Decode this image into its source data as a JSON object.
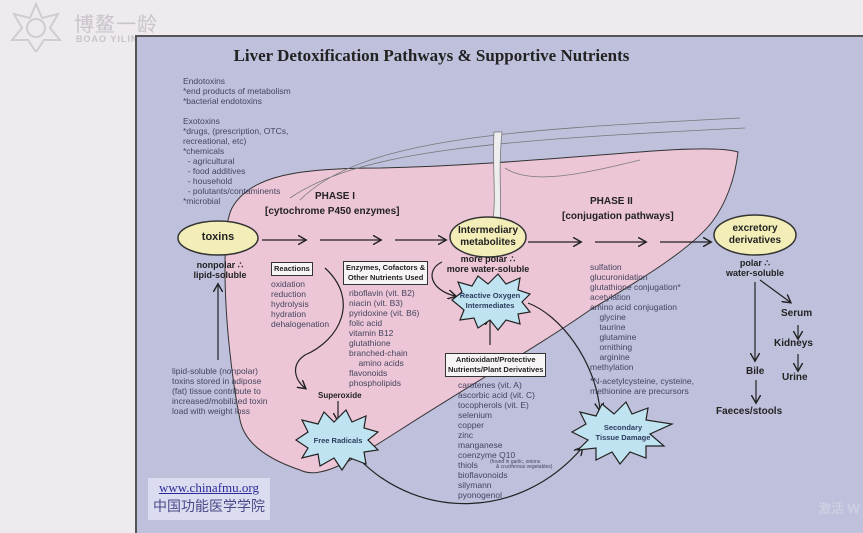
{
  "watermark": {
    "chinese": "博鳌一龄",
    "english": "BOAO YILING",
    "corner": "激活 W"
  },
  "title": "Liver Detoxification Pathways & Supportive Nutrients",
  "toxin_sources": [
    "Endotoxins",
    "*end products of metabolism",
    "*bacterial endotoxins",
    "",
    "Exotoxins",
    "*drugs, (prescription, OTCs,",
    "recreational, etc)",
    "*chemicals",
    "  - agricultural",
    "  - food additives",
    "  - household",
    "  - polutants/contaminents",
    "*microbial"
  ],
  "phase1": {
    "title": "PHASE I",
    "subtitle": "[cytochrome P450 enzymes]"
  },
  "phase2": {
    "title": "PHASE II",
    "subtitle": "[conjugation pathways]"
  },
  "toxins": {
    "label": "toxins",
    "prop1": "nonpolar ∴",
    "prop2": "lipid-soluble"
  },
  "intermediary": {
    "label1": "Intermediary",
    "label2": "metabolites",
    "prop1": "more polar ∴",
    "prop2": "more water-soluble"
  },
  "excretory": {
    "label1": "excretory",
    "label2": "derivatives",
    "prop1": "polar ∴",
    "prop2": "water-soluble"
  },
  "reactions": {
    "header": "Reactions",
    "items": [
      "oxidation",
      "reduction",
      "hydrolysis",
      "hydration",
      "dehalogenation"
    ]
  },
  "enzymes": {
    "header1": "Enzymes, Cofactors &",
    "header2": "Other Nutrients Used",
    "items": [
      "riboflavin (vit. B2)",
      "niacin (vit. B3)",
      "pyridoxine (vit. B6)",
      "folic acid",
      "vitamin B12",
      "glutathione",
      "branched-chain",
      "    amino acids",
      "flavonoids",
      "phospholipids"
    ]
  },
  "roi": {
    "line1": "Reactive Oxygen",
    "line2": "Intermediates"
  },
  "antioxidants": {
    "header1": "Antioxidant/Protective",
    "header2": "Nutrients/Plant Derivatives",
    "items": [
      "carotenes (vit. A)",
      "ascorbic acid (vit. C)",
      "tocopherols (vit. E)",
      "selenium",
      "copper",
      "zinc",
      "manganese",
      "coenzyme Q10",
      "thiols",
      "bioflavonoids",
      "silymann",
      "pyonogenol"
    ],
    "thiols_note1": "(found in garlic, onions",
    "thiols_note2": "& cruciferous vegetables)"
  },
  "conjugation": {
    "items": [
      "sulfation",
      "glucuronidation",
      "glutathione conjugation*",
      "acetylation",
      "amino acid conjugation",
      "    glycine",
      "    taurine",
      "    glutamine",
      "    ornithing",
      "    arginine",
      "methylation"
    ],
    "note1": "*N-acetylcysteine, cysteine,",
    "note2": "methionine are precursors"
  },
  "lipid_note": [
    "lipid-soluble (nonpolar)",
    "toxins stored in adipose",
    "(fat) tissue contribute to",
    "increased/mobilized toxin",
    "load with weight loss"
  ],
  "superoxide": "Superoxide",
  "free_radicals": "Free Radicals",
  "secondary": {
    "line1": "Secondary",
    "line2": "Tissue Damage"
  },
  "excretion": {
    "serum": "Serum",
    "kidneys": "Kidneys",
    "urine": "Urine",
    "bile": "Bile",
    "faeces": "Faeces/stools"
  },
  "logo": {
    "url": "www.chinafmu.org",
    "name": "中国功能医学学院"
  },
  "colors": {
    "slide": "#bfc0dc",
    "liver": "#ecc6d6",
    "ellipse": "#f3eeb8",
    "burst": "#bfe3f0"
  }
}
